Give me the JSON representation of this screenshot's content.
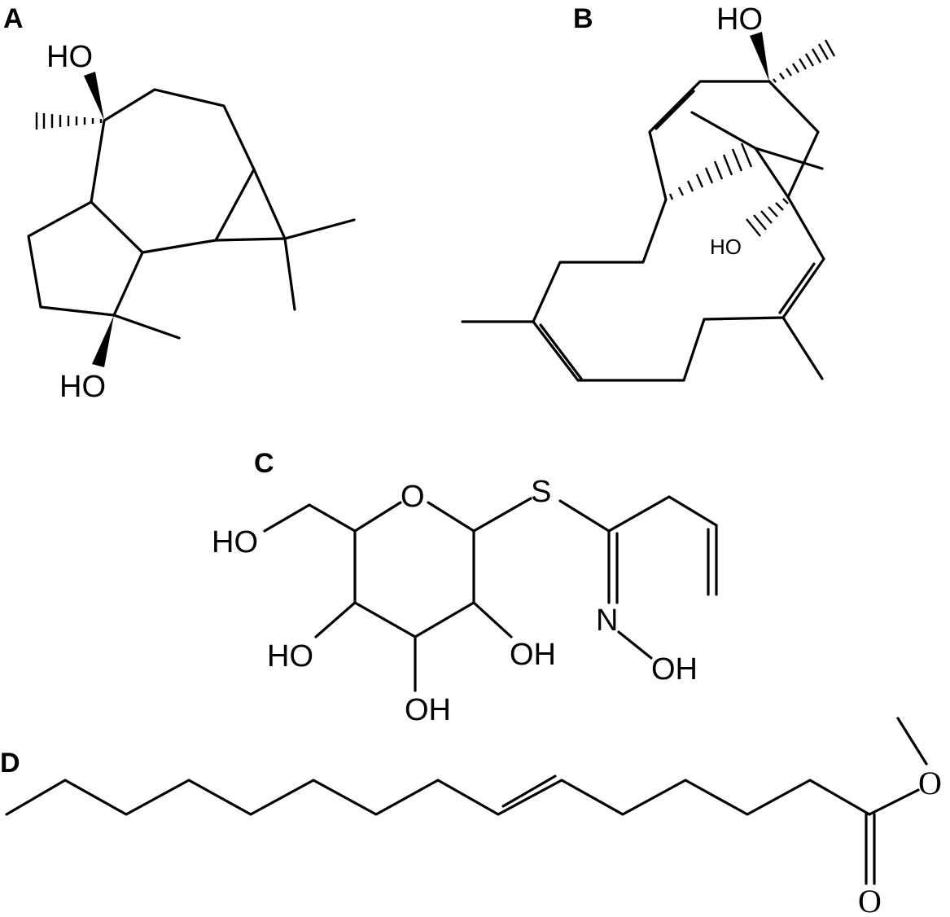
{
  "panels": {
    "a": {
      "label": "A",
      "atoms": {
        "oh_top": "HO",
        "oh_bottom": "HO"
      }
    },
    "b": {
      "label": "B",
      "atoms": {
        "oh_top": "HO",
        "oh_mid": "HO"
      }
    },
    "c": {
      "label": "C",
      "atoms": {
        "ring_o": "O",
        "s": "S",
        "ho_ch2": "HO",
        "ho_left": "HO",
        "oh_right": "OH",
        "oh_bottom": "OH",
        "n": "N",
        "n_oh": "OH"
      }
    },
    "d": {
      "label": "D",
      "atoms": {
        "ester_o": "O",
        "carbonyl_o": "O"
      }
    }
  }
}
